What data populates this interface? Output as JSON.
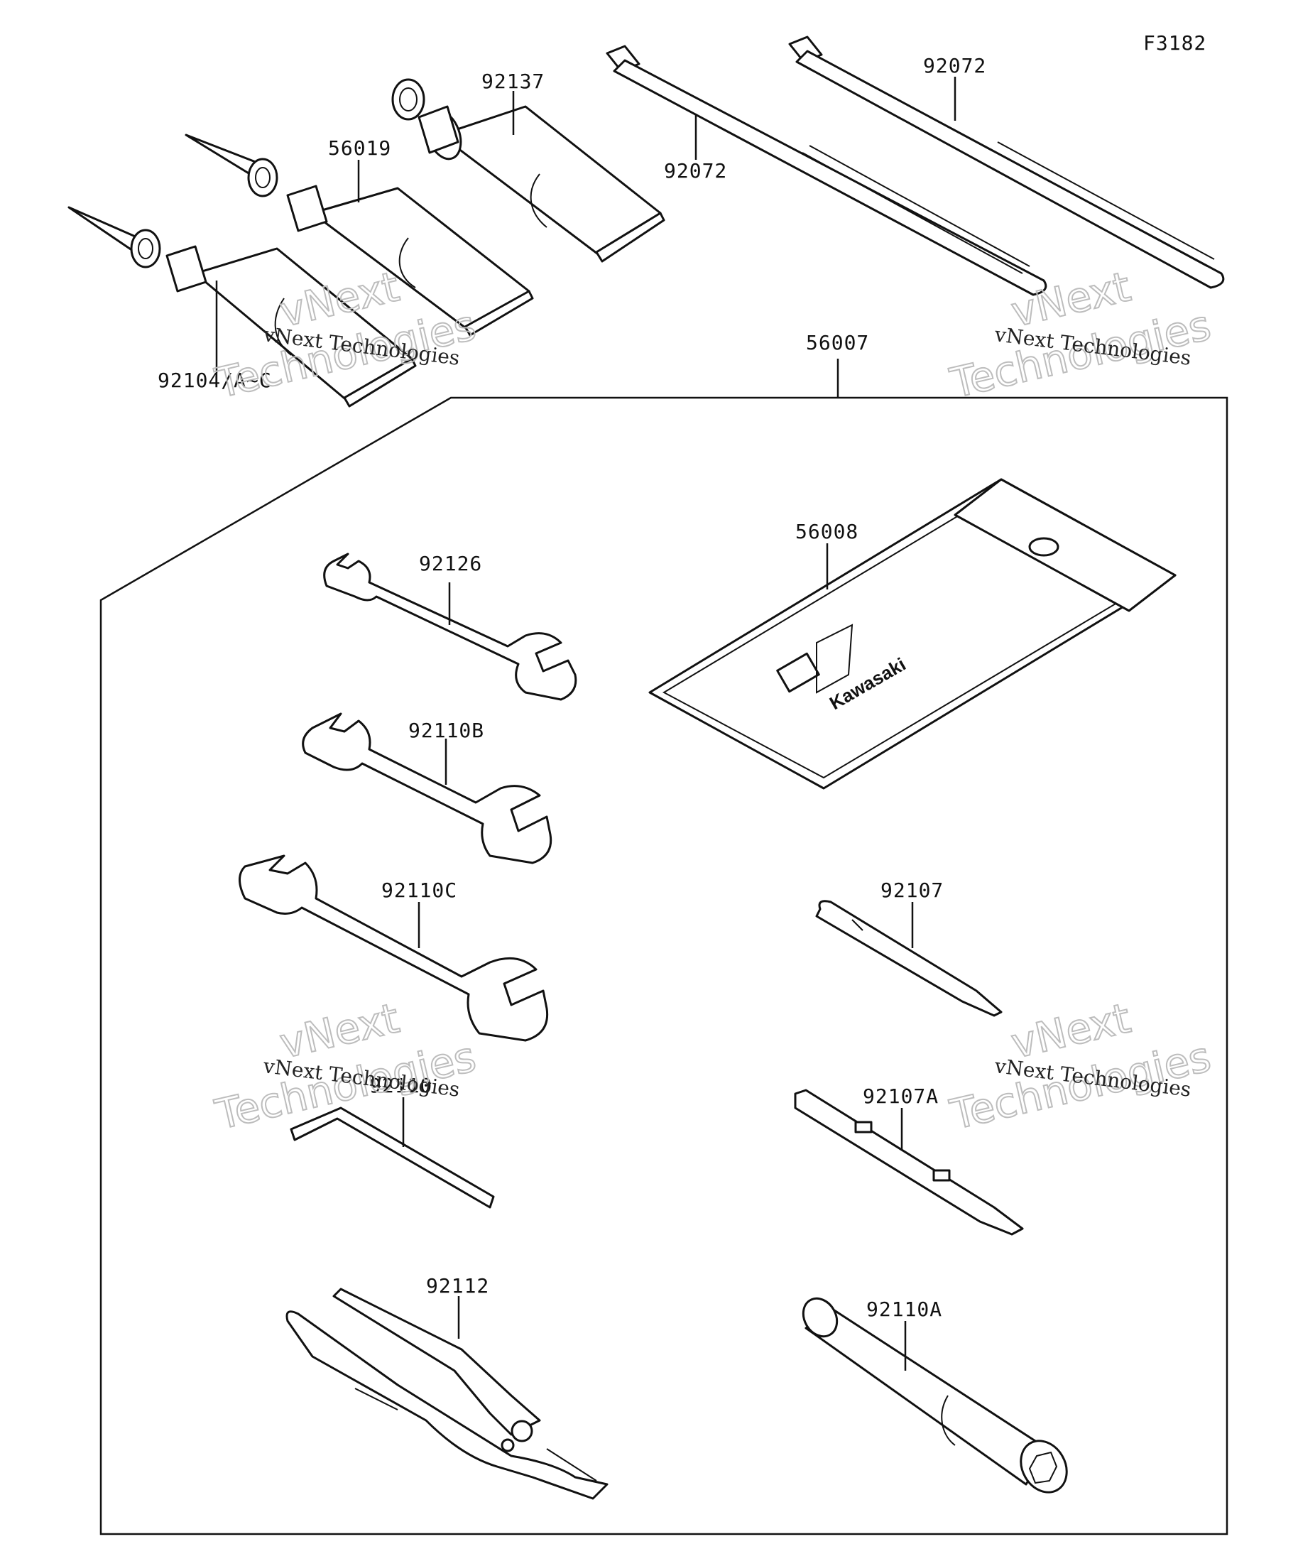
{
  "figure_code": "F3182",
  "watermark": {
    "line1": "vNext",
    "line2": "Technologies",
    "caption": "vNext Technologies"
  },
  "brand_mark": "Kawasaki",
  "parts": {
    "tube_92137": "92137",
    "tube_56019": "56019",
    "tube_92104": "92104/A~C",
    "tie_92072_a": "92072",
    "tie_92072_b": "92072",
    "kit_56007": "56007",
    "case_56008": "56008",
    "wrench_92126": "92126",
    "wrench_92110B": "92110B",
    "wrench_92110C": "92110C",
    "hex_key": "92110",
    "pliers_92112": "92112",
    "driver_92107": "92107",
    "driver_92107A": "92107A",
    "box_wrench_92110A": "92110A"
  }
}
